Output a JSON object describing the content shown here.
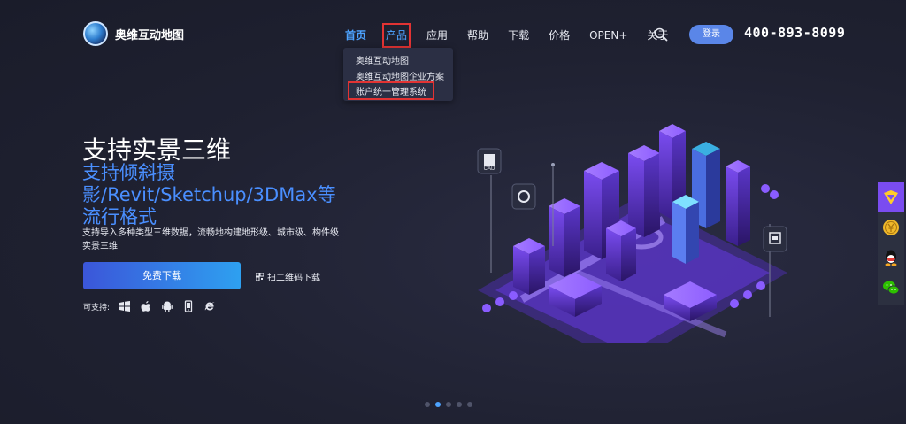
{
  "brand": {
    "name": "奥维互动地图"
  },
  "nav": {
    "items": [
      {
        "label": "首页"
      },
      {
        "label": "产品"
      },
      {
        "label": "应用"
      },
      {
        "label": "帮助"
      },
      {
        "label": "下载"
      },
      {
        "label": "价格"
      },
      {
        "label": "OPEN+"
      },
      {
        "label": "关于"
      }
    ],
    "login_label": "登录",
    "phone": "400-893-8099"
  },
  "dropdown": {
    "items": [
      {
        "label": "奥维互动地图"
      },
      {
        "label": "奥维互动地图企业方案"
      },
      {
        "label": "账户统一管理系统"
      }
    ]
  },
  "hero": {
    "title": "支持实景三维",
    "subtitle": "支持倾斜摄影/Revit/Sketchup/3DMax等流行格式",
    "description": "支持导入多种类型三维数据，流畅地构建地形级、城市级、构件级实景三维",
    "download_label": "免费下载",
    "qr_label": "扫二维码下载",
    "platforms_label": "可支持:"
  },
  "city_badges": {
    "cad": "CAD"
  },
  "icons": {
    "search": "search-icon",
    "qr": "qr-code-icon",
    "windows": "windows-icon",
    "apple": "apple-icon",
    "android": "android-icon",
    "mobile": "mobile-icon",
    "ie": "ie-icon",
    "side": [
      "vip-icon",
      "coin-icon",
      "qq-icon",
      "wechat-icon"
    ]
  },
  "colors": {
    "accent": "#4da3ff",
    "subtitle": "#4a8fff",
    "highlight_box": "#e23333",
    "login": "#5a86e8"
  },
  "carousel": {
    "count": 5,
    "active": 2
  }
}
